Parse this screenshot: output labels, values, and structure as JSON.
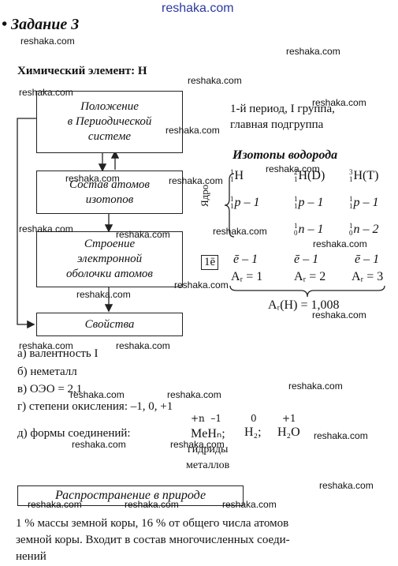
{
  "site": "reshaka.com",
  "title": "• Задание 3",
  "heading": "Химический элемент: Н",
  "boxes": {
    "position": "Положение\nв Периодической\nсистеме",
    "isotopes": "Состав атомов\nизотопов",
    "shell": "Строение\nэлектронной\nоболочки атомов",
    "properties": "Свойства"
  },
  "period_text": {
    "line1": "1-й период, I группа,",
    "line2": "главная подгруппа"
  },
  "isotopes_title": "Изотопы водорода",
  "nucleus_label": "Ядро",
  "isotopes": [
    {
      "mass": "1",
      "charge": "1",
      "symbol": "H",
      "p": "p – 1",
      "p_sup": "1",
      "p_sub": "1",
      "n": "",
      "n_sup": "",
      "n_sub": ""
    },
    {
      "mass": "2",
      "charge": "1",
      "symbol": "H(D)",
      "p": "p – 1",
      "p_sup": "1",
      "p_sub": "1",
      "n": "n – 1",
      "n_sup": "1",
      "n_sub": "0"
    },
    {
      "mass": "3",
      "charge": "1",
      "symbol": "H(T)",
      "p": "p – 1",
      "p_sup": "1",
      "p_sub": "1",
      "n": "n – 2",
      "n_sup": "1",
      "n_sub": "0"
    }
  ],
  "electron_box": "1ē",
  "electrons": [
    "ē – 1",
    "ē – 1",
    "ē – 1"
  ],
  "masses": [
    "Aᵣ = 1",
    "Aᵣ = 2",
    "Aᵣ = 3"
  ],
  "mass_total": "Aᵣ(H) = 1,008",
  "properties_list": [
    "а) валентность I",
    "б) неметалл",
    "в) ОЭО = 2,1",
    "г) степени окисления: –1, 0, +1"
  ],
  "forms": {
    "label": "д) формы соединений:",
    "ox1": "+n  –1",
    "f1": "MeHₙ;",
    "ox2": "0",
    "f2": "H₂;",
    "ox3": "+1",
    "f3": "H₂O",
    "note1": "гидриды",
    "note2": "металлов"
  },
  "section_title": "Распространение в природе",
  "paragraph": [
    "1 % массы земной коры, 16 % от общего числа атомов",
    "земной коры. Входит в состав многочисленных соеди-",
    "нений"
  ]
}
